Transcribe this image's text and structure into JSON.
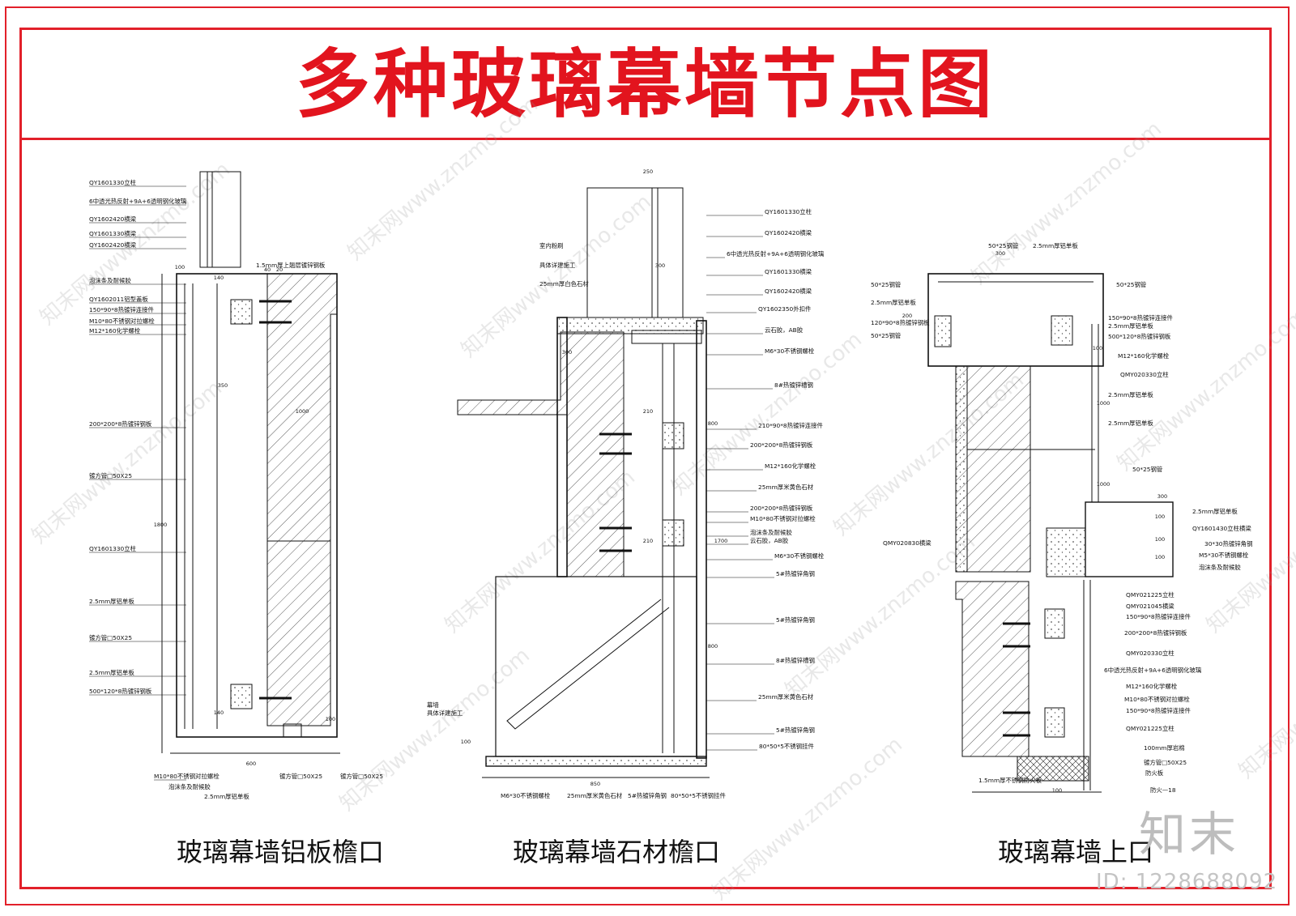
{
  "title": "多种玻璃幕墙节点图",
  "watermark_text": "知末网www.znzmo.com",
  "logo": "知末",
  "id_label": "ID: 1228688092",
  "colors": {
    "frame": "#e2202a",
    "title": "#e2141e",
    "line": "#111111",
    "hatch": "#333333"
  },
  "details": [
    {
      "caption": "玻璃幕墙铝板檐口",
      "labels": [
        "QY1601330立柱",
        "6中透光热反射+9A+6透明钢化玻璃",
        "QY1602420横梁",
        "QY1601330横梁",
        "QY1602420横梁",
        "1.5mm厚上翘层镀锌钢板",
        "泡沫条及耐候胶",
        "QY1602011铝型盖板",
        "150*90*8热镀锌连接件",
        "M10*80不锈钢对拉螺栓",
        "M12*160化学螺栓",
        "200*200*8热镀锌钢板",
        "镀方管□50X25",
        "QY1601330立柱",
        "2.5mm厚铝单板",
        "镀方管□50X25",
        "2.5mm厚铝单板",
        "500*120*8热镀锌钢板",
        "M10*80不锈钢对拉螺栓",
        "泡沫条及耐候胶",
        "2.5mm厚铝单板",
        "镀方管□50X25",
        "镀方管□50X25"
      ],
      "dims": [
        "100",
        "140",
        "40",
        "20",
        "350",
        "1000",
        "1800",
        "140",
        "600",
        "100"
      ]
    },
    {
      "caption": "玻璃幕墙石材檐口",
      "labels": [
        "QY1601330立柱",
        "QY1602420横梁",
        "6中透光热反射+9A+6透明钢化玻璃",
        "QY1601330横梁",
        "QY1602420横梁",
        "QY1602350外扣件",
        "室内粉刷",
        "具体详建施工",
        "25mm厚白色石材",
        "云石胶，AB胶",
        "M6*30不锈钢螺栓",
        "8#热镀锌槽钢",
        "210*90*8热镀锌连接件",
        "200*200*8热镀锌钢板",
        "M12*160化学螺栓",
        "25mm厚米黄色石材",
        "200*200*8热镀锌钢板",
        "M10*80不锈钢对拉螺栓",
        "泡沫条及耐候胶",
        "云石胶，AB胶",
        "M6*30不锈钢螺栓",
        "5#热镀锌角钢",
        "5#热镀锌角钢",
        "8#热镀锌槽钢",
        "25mm厚米黄色石材",
        "5#热镀锌角钢",
        "80*50*5不锈钢挂件",
        "幕墙",
        "具体详建施工",
        "M6*30不锈钢螺栓",
        "25mm厚米黄色石材",
        "5#热镀锌角钢",
        "80*50*5不锈钢挂件"
      ],
      "dims": [
        "250",
        "300",
        "210",
        "210",
        "800",
        "1700",
        "800",
        "850",
        "100",
        "300"
      ]
    },
    {
      "caption": "玻璃幕墙上口",
      "labels": [
        "50*25钢管",
        "2.5mm厚铝单板",
        "50*25钢管",
        "2.5mm厚铝单板",
        "120*90*8热镀锌钢板",
        "50*25钢管",
        "50*25钢管",
        "150*90*8热镀锌连接件",
        "2.5mm厚铝单板",
        "500*120*8热镀锌钢板",
        "M12*160化学螺栓",
        "QMY020330立柱",
        "2.5mm厚铝单板",
        "2.5mm厚铝单板",
        "50*25钢管",
        "2.5mm厚铝单板",
        "QY1601430立柱横梁",
        "30*30热镀锌角钢",
        "M5*30不锈钢螺栓",
        "泡沫条及耐候胶",
        "QMY020830横梁",
        "QMY021225立柱",
        "QMY021045横梁",
        "150*90*8热镀锌连接件",
        "200*200*8热镀锌钢板",
        "QMY020330立柱",
        "6中透光热反射+9A+6透明钢化玻璃",
        "M12*160化学螺栓",
        "M10*80不锈钢对拉螺栓",
        "150*90*8热镀锌连接件",
        "QMY021225立柱",
        "100mm厚岩棉",
        "镀方管□50X25",
        "防火板",
        "1.5mm厚不锈钢防火板",
        "防火—18"
      ],
      "dims": [
        "300",
        "200",
        "100",
        "1000",
        "1000",
        "100",
        "100",
        "100",
        "100",
        "300"
      ]
    }
  ]
}
